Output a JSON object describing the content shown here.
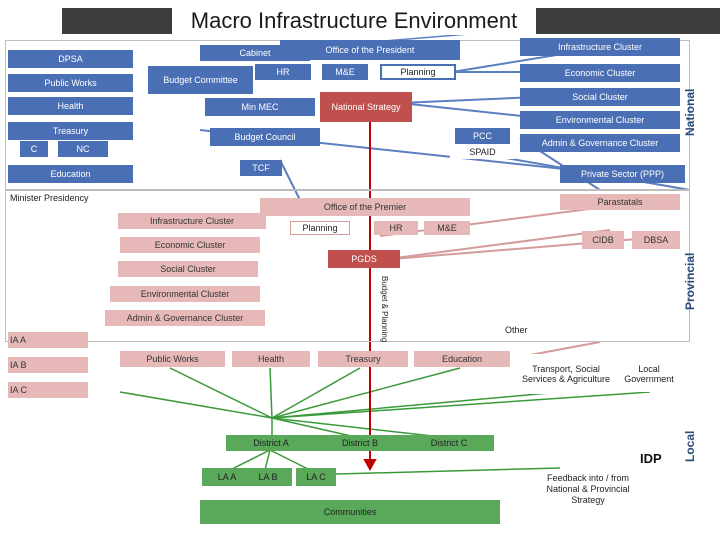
{
  "title": "Macro Infrastructure Environment",
  "side_labels": {
    "national": "National",
    "provincial": "Provincial",
    "local": "Local"
  },
  "national": {
    "office_president": "Office of the President",
    "cabinet": "Cabinet",
    "dpsa": "DPSA",
    "public_works": "Public Works",
    "budget_committee": "Budget Committee",
    "hr": "HR",
    "me": "M&E",
    "planning": "Planning",
    "health": "Health",
    "min_mec": "Min MEC",
    "national_strategy": "National Strategy",
    "treasury": "Treasury",
    "c": "C",
    "nc": "NC",
    "budget_council": "Budget Council",
    "pcc": "PCC",
    "spaid": "SPAID",
    "education": "Education",
    "tcf": "TCF",
    "infrastructure_cluster": "Infrastructure Cluster",
    "economic_cluster": "Economic Cluster",
    "social_cluster": "Social Cluster",
    "environmental_cluster": "Environmental Cluster",
    "admin_governance_cluster": "Admin & Governance Cluster",
    "private_sector": "Private Sector (PPP)"
  },
  "provincial": {
    "minister_presidency": "Minister Presidency",
    "office_premier": "Office of the Premier",
    "parastatals": "Parastatals",
    "infrastructure_cluster": "Infrastructure Cluster",
    "planning": "Planning",
    "hr": "HR",
    "me": "M&E",
    "economic_cluster": "Economic Cluster",
    "cidb": "CIDB",
    "dbsa": "DBSA",
    "social_cluster": "Social Cluster",
    "pgds": "PGDS",
    "environmental_cluster": "Environmental Cluster",
    "admin_governance_cluster": "Admin & Governance Cluster",
    "budget_planning": "Budget & Planning",
    "other": "Other"
  },
  "local": {
    "ia_a": "IA A",
    "ia_b": "IA B",
    "ia_c": "IA C",
    "public_works": "Public Works",
    "health": "Health",
    "treasury": "Treasury",
    "education": "Education",
    "transport": "Transport, Social Services & Agriculture",
    "local_government": "Local Government",
    "district_a": "District A",
    "district_b": "District B",
    "district_c": "District C",
    "la_a": "LA A",
    "la_b": "LA B",
    "la_c": "LA C",
    "communities": "Communities",
    "feedback": "Feedback into / from National & Provincial Strategy",
    "idp": "IDP"
  },
  "colors": {
    "blue": "#4a6fb5",
    "pink": "#e6b9b8",
    "red": "#c0504d",
    "green": "#5aa85a",
    "banner": "#3d3d3d"
  }
}
